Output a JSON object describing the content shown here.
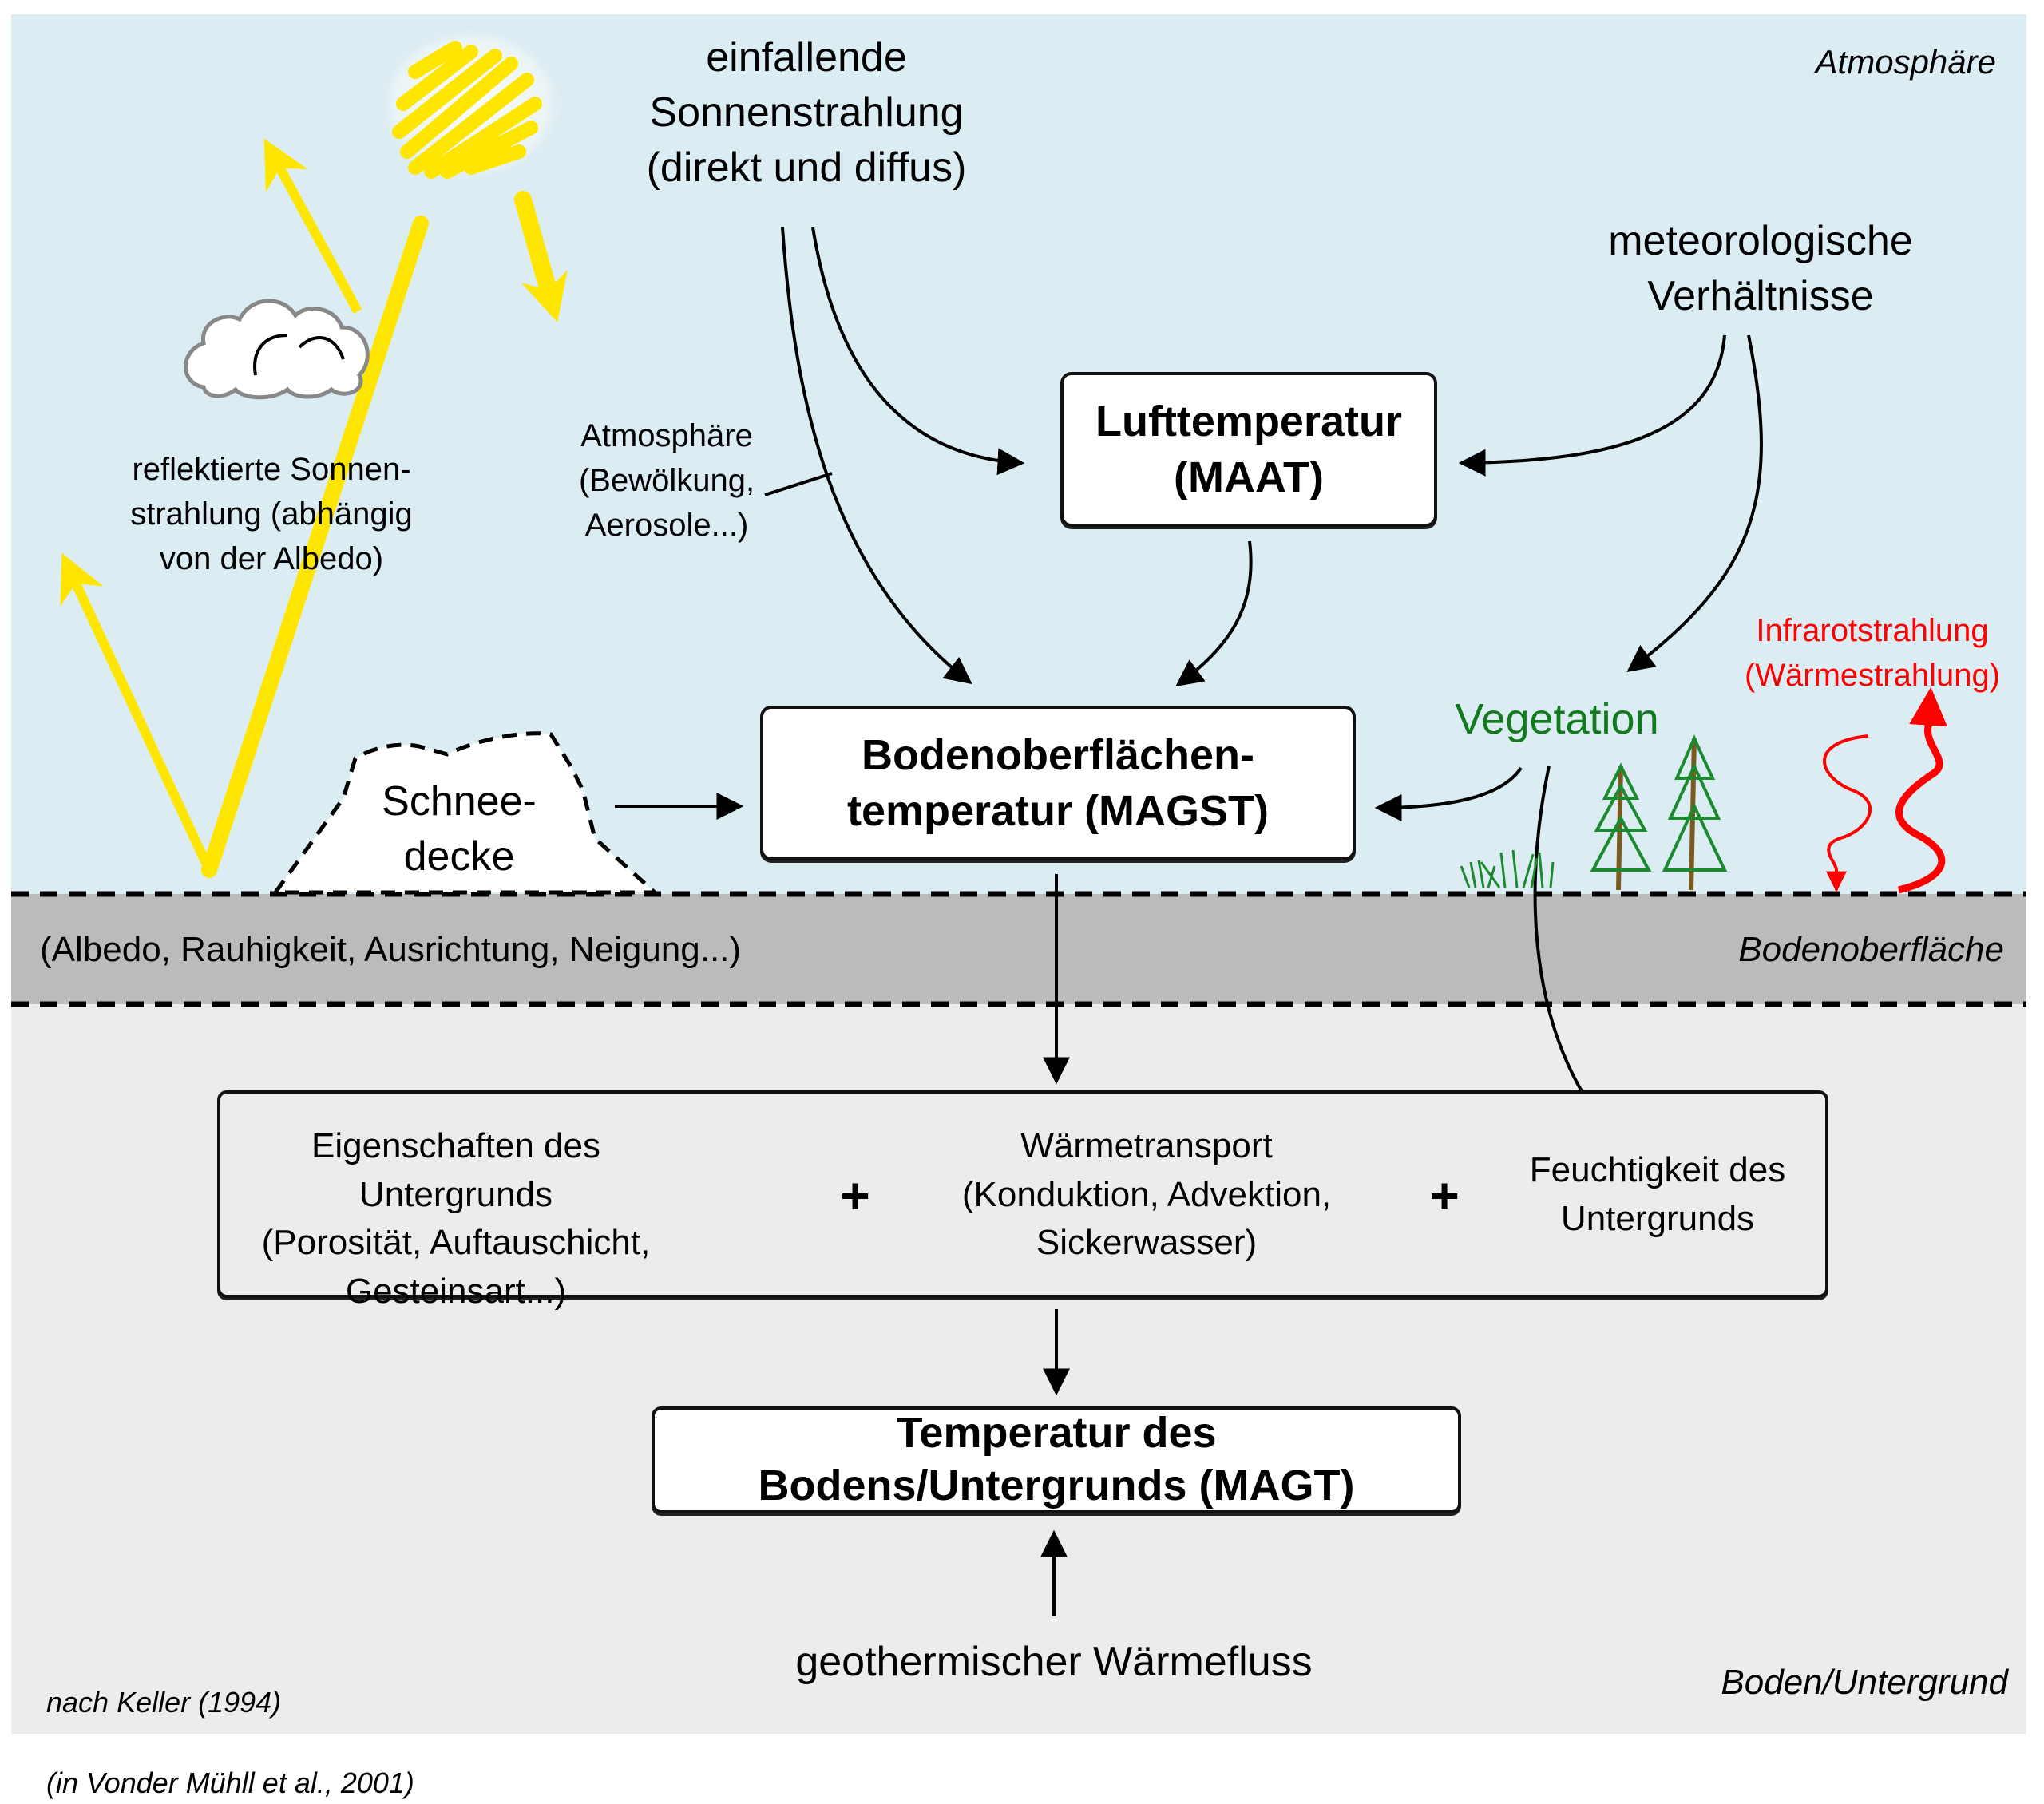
{
  "zones": {
    "atmosphere": "Atmosphäre",
    "ground_surface": "Bodenoberfläche",
    "subsurface": "Boden/Untergrund"
  },
  "colors": {
    "sky": "#dcecf3",
    "surface_band": "#bbbbbb",
    "subsurface": "#ececec",
    "sun": "#ffe600",
    "vegetation_text": "#117a1d",
    "infrared": "#ff0000",
    "tree_green": "#1b8a2e",
    "tree_trunk": "#7a5a1e"
  },
  "labels": {
    "incoming_radiation": "einfallende\nSonnenstrahlung\n(direkt und diffus)",
    "reflected_radiation": "reflektierte Sonnen-\nstrahlung (abhängig\nvon der Albedo)",
    "atmosphere_factors": "Atmosphäre\n(Bewölkung,\nAerosole...)",
    "meteorological": "meteorologische\nVerhältnisse",
    "vegetation": "Vegetation",
    "infrared": "Infrarotstrahlung\n(Wärmestrahlung)",
    "snow_cover": "Schnee-\ndecke",
    "surface_properties": "(Albedo, Rauhigkeit, Ausrichtung, Neigung...)",
    "geothermal": "geothermischer Wärmefluss",
    "citation_line1": "nach Keller (1994)",
    "citation_line2": "(in Vonder Mühll et al., 2001)"
  },
  "boxes": {
    "air_temperature": "Lufttemperatur\n(MAAT)",
    "surface_temperature": "Bodenoberflächen-\ntemperatur (MAGST)",
    "ground_temperature": "Temperatur des\nBodens/Untergrunds  (MAGT)"
  },
  "subsurface_box": {
    "properties": "Eigenschaften des Untergrunds\n(Porosität, Auftauschicht,\nGesteinsart...)",
    "plus1": "+",
    "heat_transport": "Wärmetransport\n(Konduktion, Advektion,\nSickerwasser)",
    "plus2": "+",
    "moisture": "Feuchtigkeit des\nUntergrunds"
  },
  "icons": [
    "sun-icon",
    "cloud-icon",
    "tree-icon",
    "grass-icon",
    "infrared-wave-icon"
  ]
}
